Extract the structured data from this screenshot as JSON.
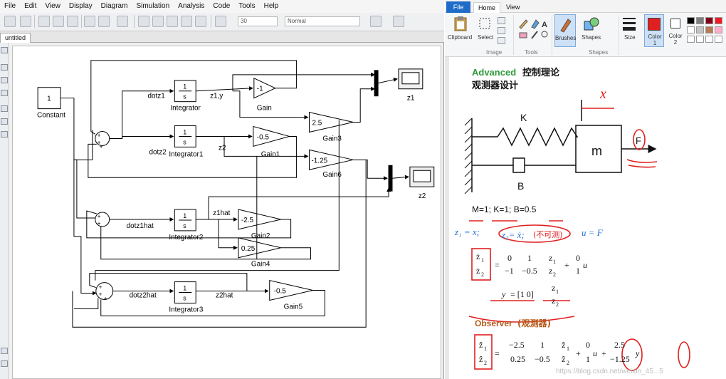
{
  "simulink": {
    "menu": [
      "File",
      "Edit",
      "View",
      "Display",
      "Diagram",
      "Simulation",
      "Analysis",
      "Code",
      "Tools",
      "Help"
    ],
    "toolbar": {
      "stop_time": "30",
      "sim_mode": "Normal"
    },
    "tab": "untitled",
    "blocks": {
      "constant": {
        "value": "1",
        "label": "Constant"
      },
      "integrator": {
        "top": "1",
        "bottom": "s",
        "label": "Integrator"
      },
      "integrator1": {
        "top": "1",
        "bottom": "s",
        "label": "Integrator1"
      },
      "integrator2": {
        "top": "1",
        "bottom": "s",
        "label": "Integrator2"
      },
      "integrator3": {
        "top": "1",
        "bottom": "s",
        "label": "Integrator3"
      },
      "gain": {
        "value": "-1",
        "label": "Gain"
      },
      "gain1": {
        "value": "-0.5",
        "label": "Gain1"
      },
      "gain2": {
        "value": "-2.5",
        "label": "Gain2"
      },
      "gain3": {
        "value": "2.5",
        "label": "Gain3"
      },
      "gain4": {
        "value": "0.25",
        "label": "Gain4"
      },
      "gain5": {
        "value": "-0.5",
        "label": "Gain5"
      },
      "gain6": {
        "value": "-1.25",
        "label": "Gain6"
      },
      "scope1": {
        "label": "z1"
      },
      "scope2": {
        "label": "z2"
      }
    },
    "signals": {
      "dotz1": "dotz1",
      "z1y": "z1,y",
      "dotz2": "dotz2",
      "z2": "z2",
      "dotz1hat": "dotz1hat",
      "z1hat": "z1hat",
      "dotz2hat": "dotz2hat",
      "z2hat": "z2hat"
    }
  },
  "paint": {
    "tabs": {
      "file": "File",
      "home": "Home",
      "view": "View"
    },
    "groups": {
      "image": "Image",
      "tools": "Tools",
      "shapes": "Shapes"
    },
    "buttons": {
      "clipboard": "Clipboard",
      "select": "Select",
      "brushes": "Brushes",
      "shapes": "Shapes",
      "size": "Size",
      "color1": "Color 1",
      "color2": "Color 2"
    },
    "colors": {
      "color1": "#e02020",
      "palette": [
        "#000000",
        "#7f7f7f",
        "#880015",
        "#ed1c24",
        "#ffffff",
        "#c3c3c3",
        "#b97a57",
        "#ffaec9"
      ]
    },
    "note": {
      "title_en": "Advanced",
      "title_cn": "控制理论",
      "subtitle": "观测器设计",
      "spring": "K",
      "damper": "B",
      "mass": "m",
      "force": "F",
      "displacement": "x",
      "params": "M=1; K=1; B=0.5",
      "state1": "z₁ = x;",
      "state2": "z₂= ẋ;",
      "cn_note": "(不可测)",
      "input": "u = F",
      "observer": "Observer",
      "observer_cn": "(观测器)",
      "watermark": "https://blog.csdn.net/weixin_45...5"
    }
  }
}
